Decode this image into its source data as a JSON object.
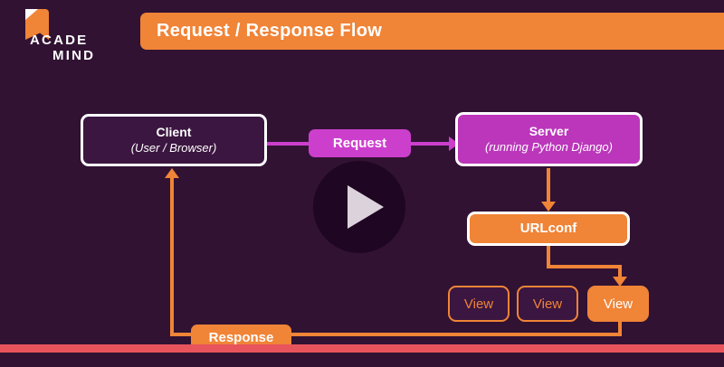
{
  "meta": {
    "background_color": "#311233",
    "accent_orange": "#f08437",
    "accent_magenta": "#cc3fcc",
    "progress_color": "#e8545c"
  },
  "logo": {
    "line1": "ACADE",
    "line2": "MIND",
    "icon": "bookmark-flag-icon"
  },
  "header": {
    "title": "Request / Response Flow"
  },
  "diagram": {
    "client": {
      "title": "Client",
      "subtitle": "(User / Browser)"
    },
    "server": {
      "title": "Server",
      "subtitle": "(running Python Django)"
    },
    "urlconf": {
      "title": "URLconf"
    },
    "views": [
      {
        "label": "View",
        "state": "inactive"
      },
      {
        "label": "View",
        "state": "inactive"
      },
      {
        "label": "View",
        "state": "active"
      }
    ],
    "request_label": "Request",
    "response_label": "Response"
  },
  "player": {
    "play_icon": "play-triangle-icon",
    "progress_percent": 100
  }
}
